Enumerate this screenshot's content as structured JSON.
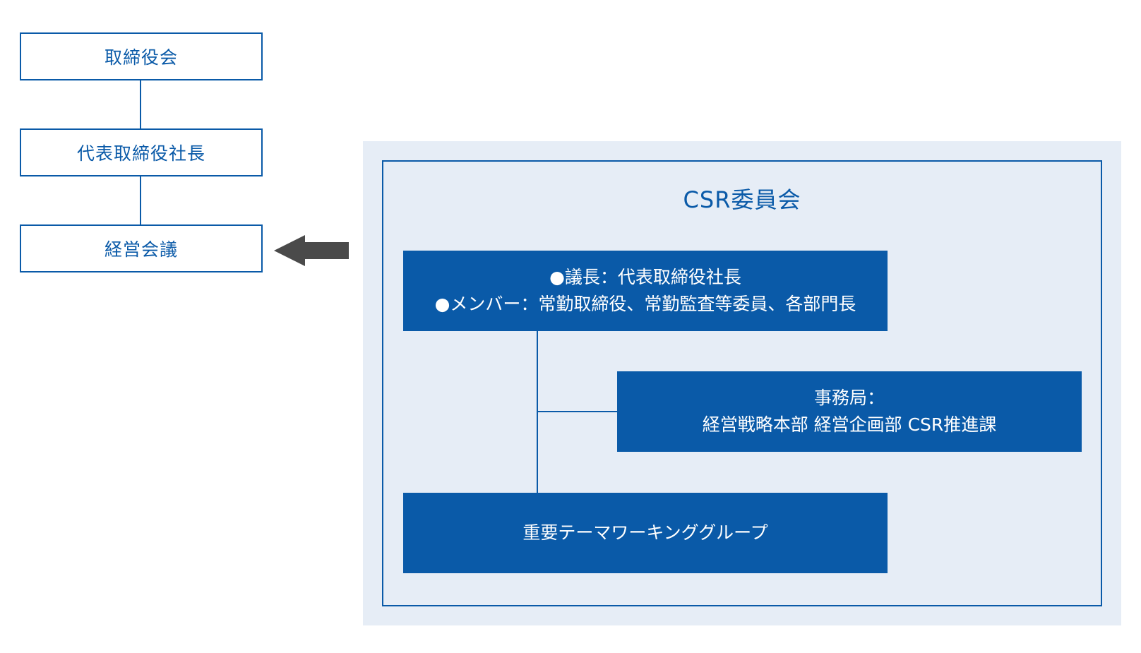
{
  "hierarchy": {
    "board": "取締役会",
    "president": "代表取締役社長",
    "management_meeting": "経営会議"
  },
  "committee": {
    "title": "CSR委員会",
    "members_lines": [
      "●議長：代表取締役社長",
      "●メンバー：常勤取締役、常勤監査等委員、各部門長"
    ],
    "secretariat_lines": [
      "事務局：",
      "経営戦略本部 経営企画部 CSR推進課"
    ],
    "working_group": "重要テーマワーキンググループ"
  },
  "colors": {
    "brand_blue": "#0a5aa8",
    "panel_bg": "#e6edf6",
    "arrow": "#4a4a4a"
  }
}
